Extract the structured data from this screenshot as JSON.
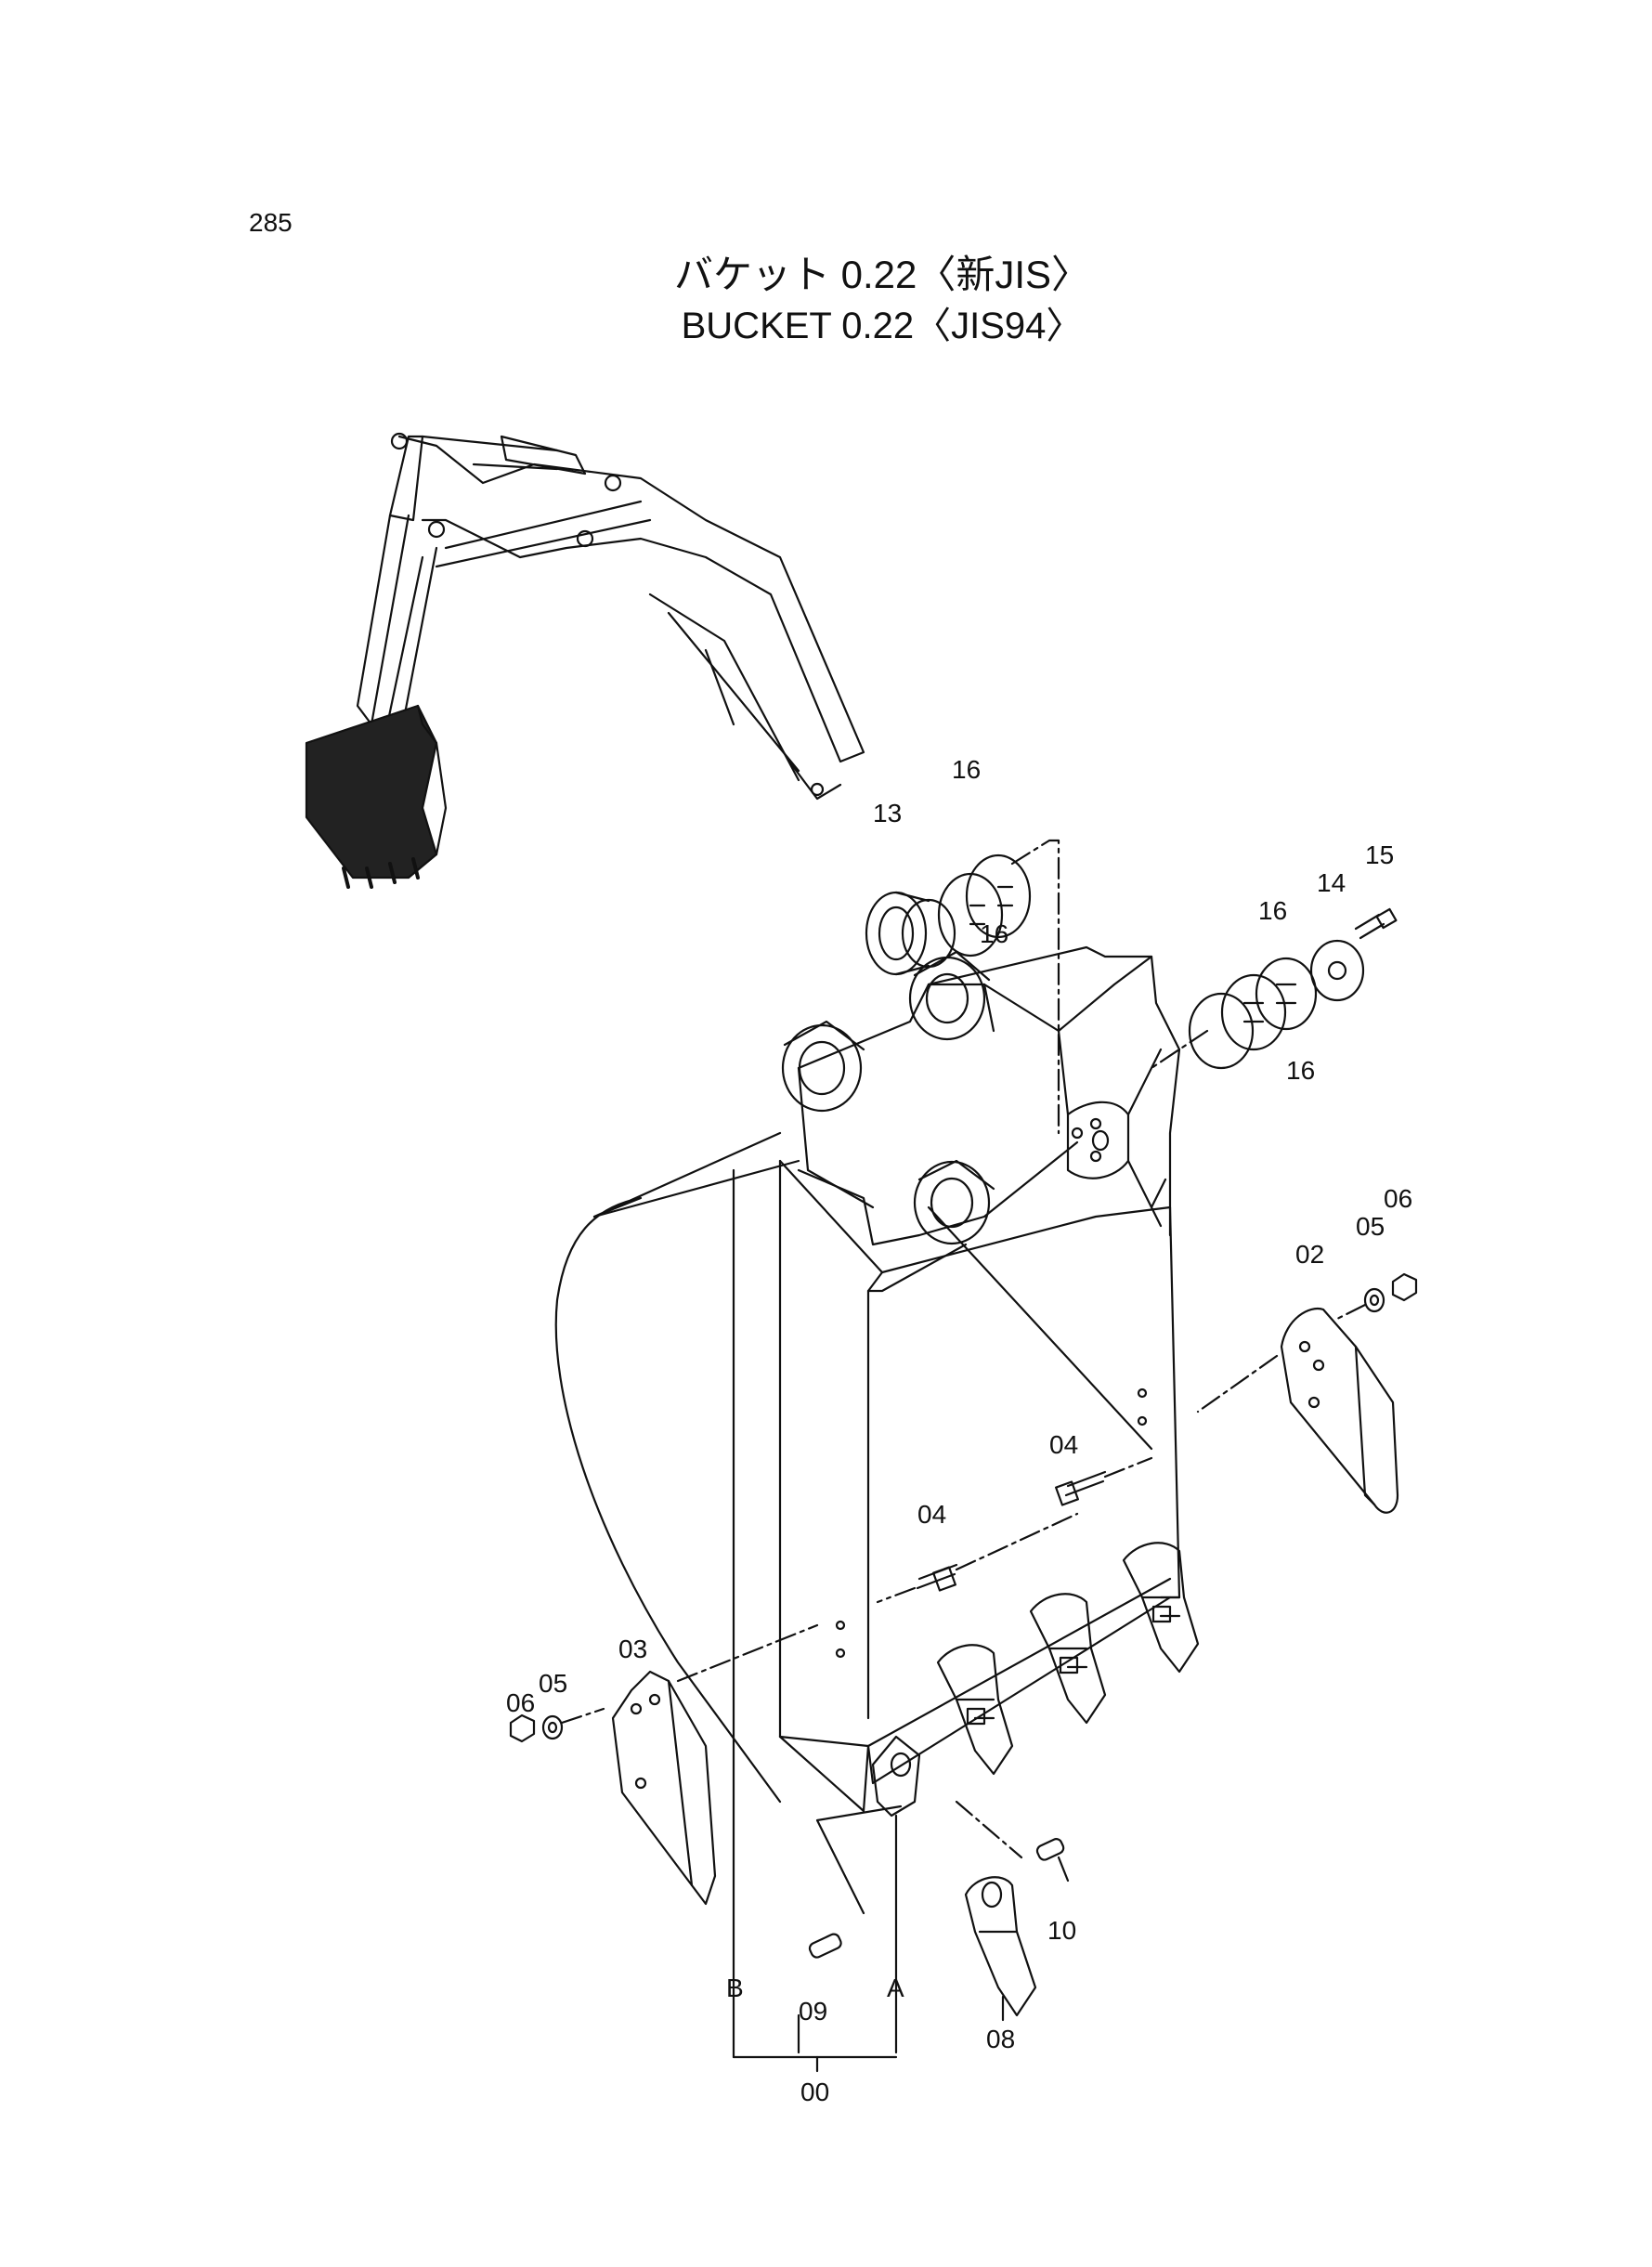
{
  "header": {
    "page_number": "285",
    "title_jp": "バケット 0.22〈新JIS〉",
    "title_en": "BUCKET 0.22〈JIS94〉"
  },
  "callouts": {
    "c16a": "16",
    "c16b": "16",
    "c13": "13",
    "c15": "15",
    "c14": "14",
    "c16c": "16",
    "c16d": "16",
    "c06a": "06",
    "c05a": "05",
    "c02": "02",
    "c04a": "04",
    "c04b": "04",
    "c03": "03",
    "c05b": "05",
    "c06b": "06",
    "c10": "10",
    "cB": "B",
    "cA": "A",
    "c09": "09",
    "c08": "08",
    "c00": "00"
  }
}
